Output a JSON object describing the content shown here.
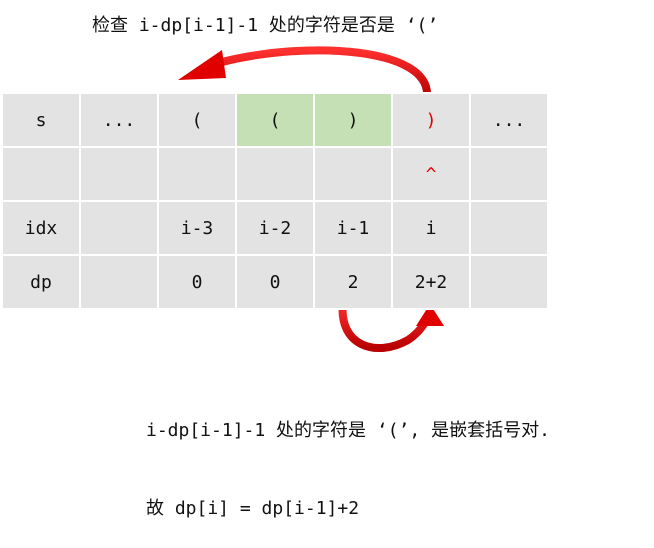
{
  "caption_top": "检查 i-dp[i-1]-1 处的字符是否是 ‘(’",
  "table": {
    "rows": [
      {
        "name": "s",
        "cells": [
          "s",
          "...",
          "(",
          "(",
          ")",
          ")",
          "..."
        ]
      },
      {
        "name": "caret",
        "cells": [
          "",
          "",
          "",
          "",
          "",
          "^",
          ""
        ]
      },
      {
        "name": "idx",
        "cells": [
          "idx",
          "",
          "i-3",
          "i-2",
          "i-1",
          "i",
          ""
        ]
      },
      {
        "name": "dp",
        "cells": [
          "dp",
          "",
          "0",
          "0",
          "2",
          "2+2",
          ""
        ]
      }
    ],
    "highlight_color": "#c5e0b4",
    "cell_color": "#e3e3e3",
    "emphasis_color": "#e00000"
  },
  "caption_bottom": {
    "line1": "i-dp[i-1]-1 处的字符是 ‘(’, 是嵌套括号对.",
    "line2": "故 dp[i] = dp[i-1]+2"
  },
  "arrow_color": "#e00000"
}
